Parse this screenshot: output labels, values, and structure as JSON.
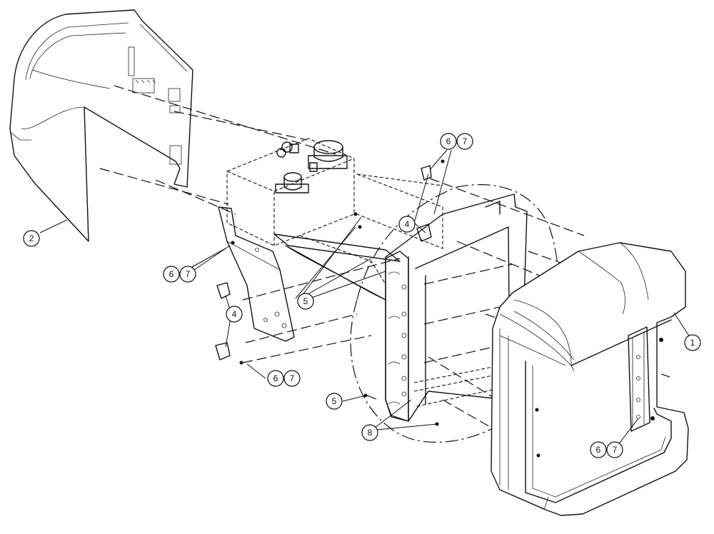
{
  "callouts": {
    "c1": "1",
    "c2": "2",
    "c4a": "4",
    "c4b": "4",
    "c5a": "5",
    "c5b": "5",
    "c6a": "6",
    "c7a": "7",
    "c6b": "6",
    "c7b": "7",
    "c6c": "6",
    "c7c": "7",
    "c6d": "6",
    "c7d": "7",
    "c8": "8"
  }
}
